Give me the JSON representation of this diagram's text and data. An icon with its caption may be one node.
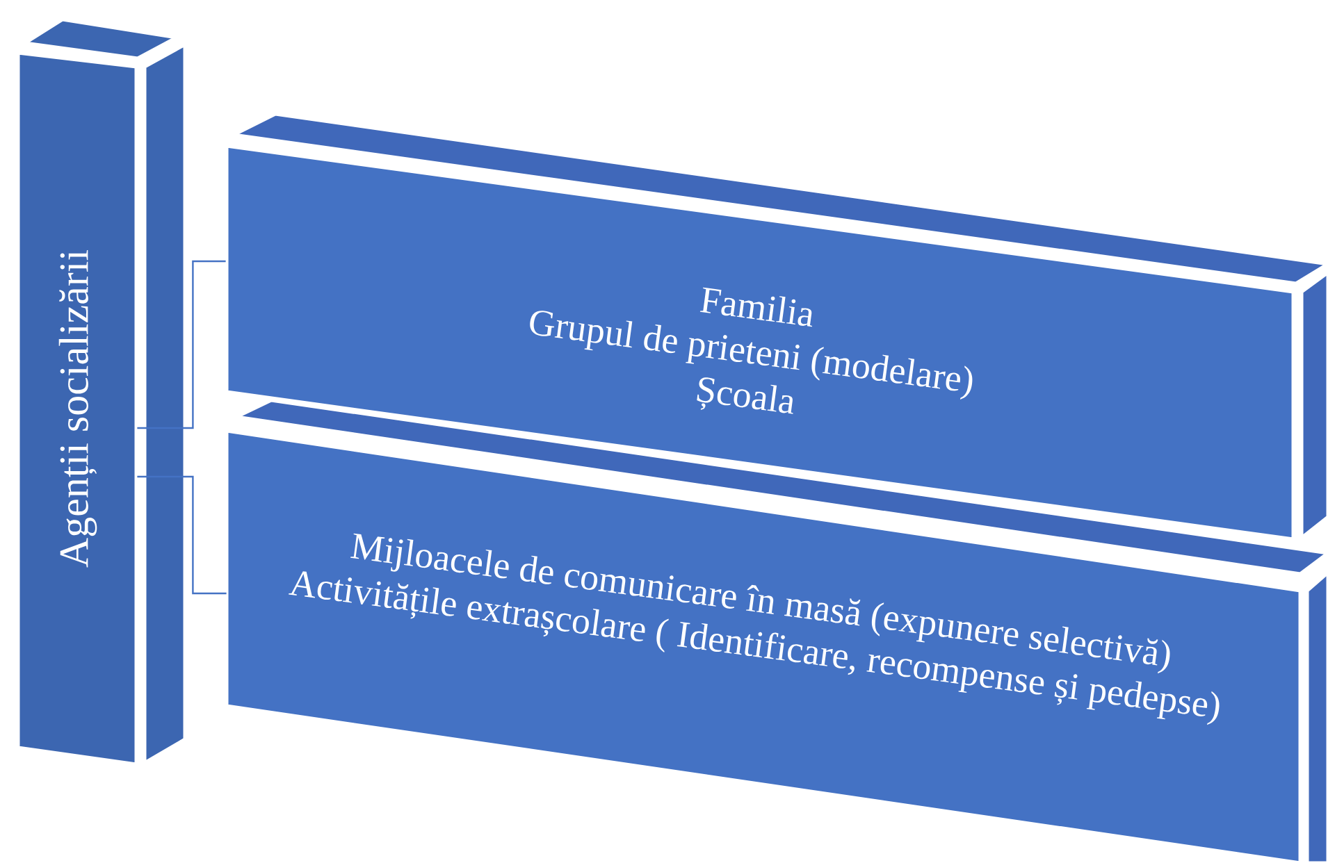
{
  "diagram": {
    "nodes": [
      {
        "text": [
          "Agenții socializării"
        ]
      },
      {
        "text": [
          "Familia",
          "Grupul de prieteni (modelare)",
          "Școala"
        ]
      },
      {
        "text": [
          "Mijloacele de comunicare în masă (expunere selectivă)",
          "Activitățile extrașcolare ( Identificare, recompense și pedepse)"
        ]
      }
    ],
    "edges": [
      {
        "from": 0,
        "to": 1,
        "arrow": "none"
      },
      {
        "from": 0,
        "to": 2,
        "arrow": "none"
      }
    ]
  }
}
